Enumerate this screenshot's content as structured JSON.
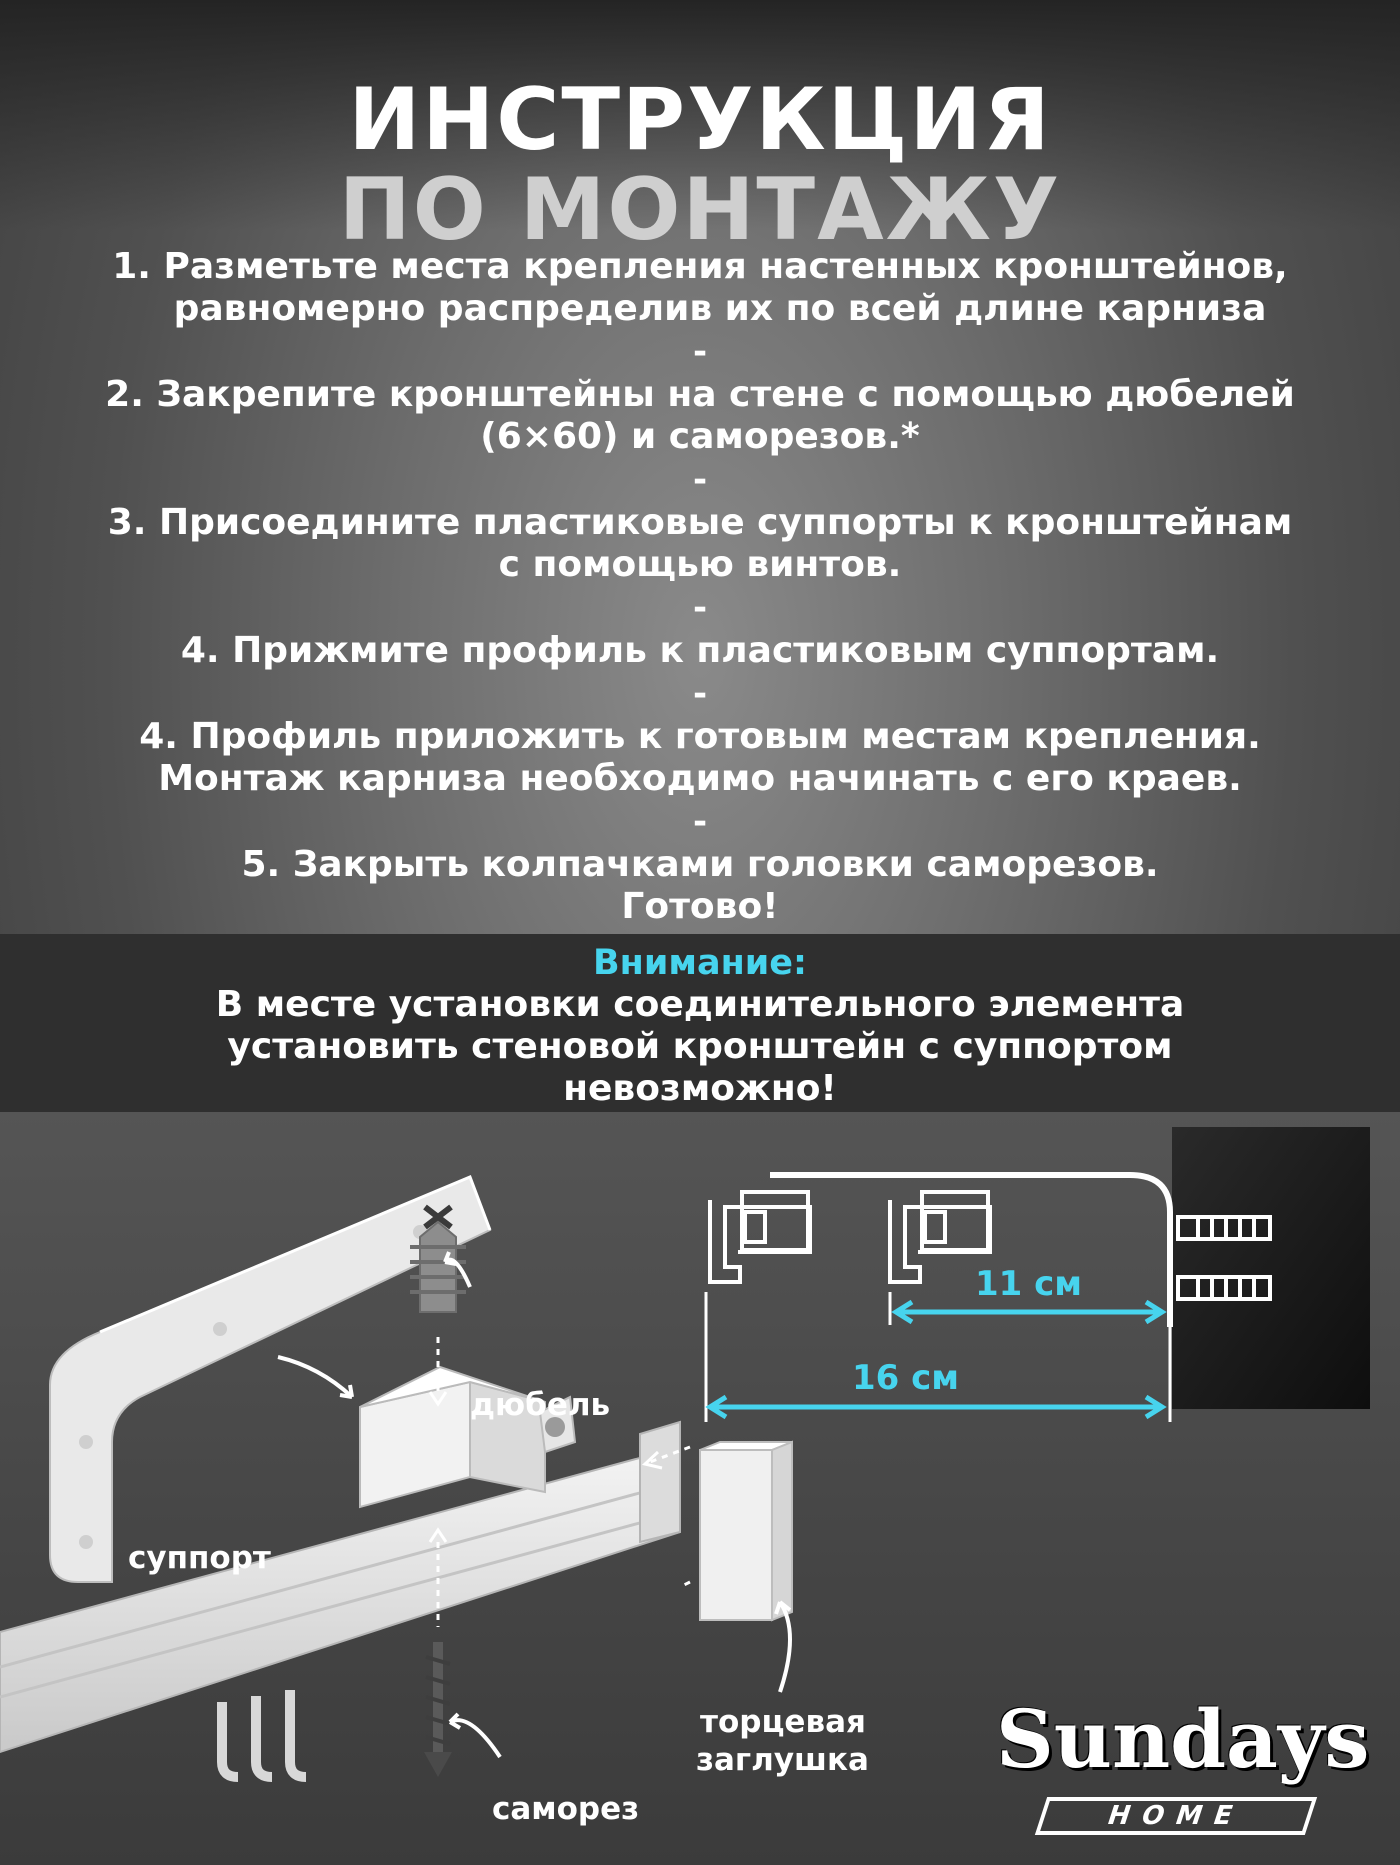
{
  "title": {
    "line1": "ИНСТРУКЦИЯ",
    "line2": "ПО МОНТАЖУ"
  },
  "steps": [
    {
      "lines": [
        "1. Разметьте места крепления настенных кронштейнов,",
        "равномерно распределив их по всей длине карниза"
      ]
    },
    {
      "lines": [
        "2. Закрепите кронштейны на стене с помощью дюбелей",
        "(6×60) и саморезов.*"
      ]
    },
    {
      "lines": [
        "3. Присоедините пластиковые суппорты к кронштейнам",
        "с помощью винтов."
      ]
    },
    {
      "lines": [
        "4. Прижмите профиль к пластиковым суппортам."
      ]
    },
    {
      "lines": [
        "4. Профиль приложить к готовым местам крепления.",
        "Монтаж карниза необходимо начинать с его краев."
      ]
    },
    {
      "lines": [
        "5. Закрыть колпачками головки саморезов.",
        "Готово!"
      ]
    }
  ],
  "separator": "-",
  "warning": {
    "title": "Внимание:",
    "lines": [
      "В месте установки соединительного элемента",
      "установить стеновой кронштейн с суппортом",
      "невозможно!"
    ]
  },
  "diagram": {
    "label_dowel": "дюбель",
    "label_support": "суппорт",
    "label_cap_1": "торцевая",
    "label_cap_2": "заглушка",
    "label_screw": "саморез",
    "dim_short": "11 см",
    "dim_long": "16 см"
  },
  "logo": {
    "brand": "Sundays",
    "sub": "HOME"
  },
  "colors": {
    "accent": "#47d4ee",
    "band": "#2f2f2f"
  }
}
